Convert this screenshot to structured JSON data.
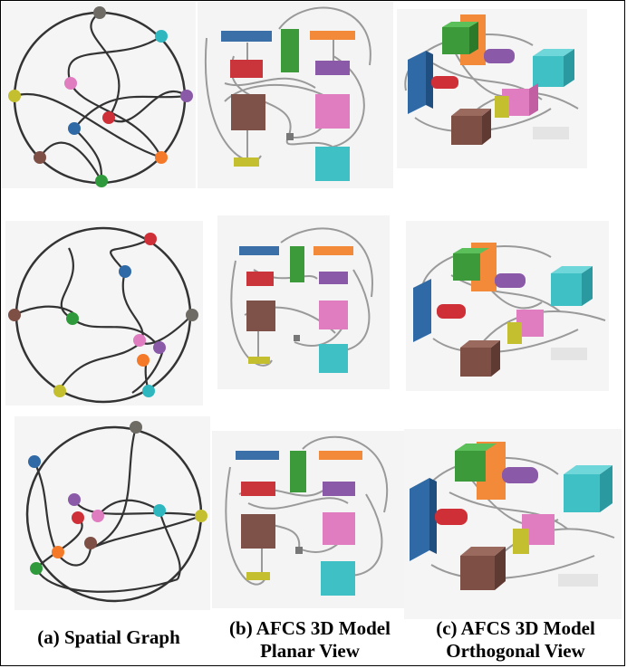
{
  "captions": {
    "a": [
      "(a) Spatial Graph"
    ],
    "b": [
      "(b) AFCS 3D Model",
      "Planar View"
    ],
    "c": [
      "(c) AFCS 3D Model",
      "Orthogonal View"
    ]
  },
  "palette": {
    "gray": "#6e6a64",
    "cyan": "#2fb7bf",
    "purple": "#8a5aa8",
    "orange": "#f47a2a",
    "green": "#2f9a3c",
    "brown": "#7d4f45",
    "olive": "#c3bf2f",
    "pink": "#e07cc0",
    "blue": "#2f6aa6",
    "red": "#cf2f36",
    "stroke": "#333333",
    "wire": "#9a9a9a"
  }
}
